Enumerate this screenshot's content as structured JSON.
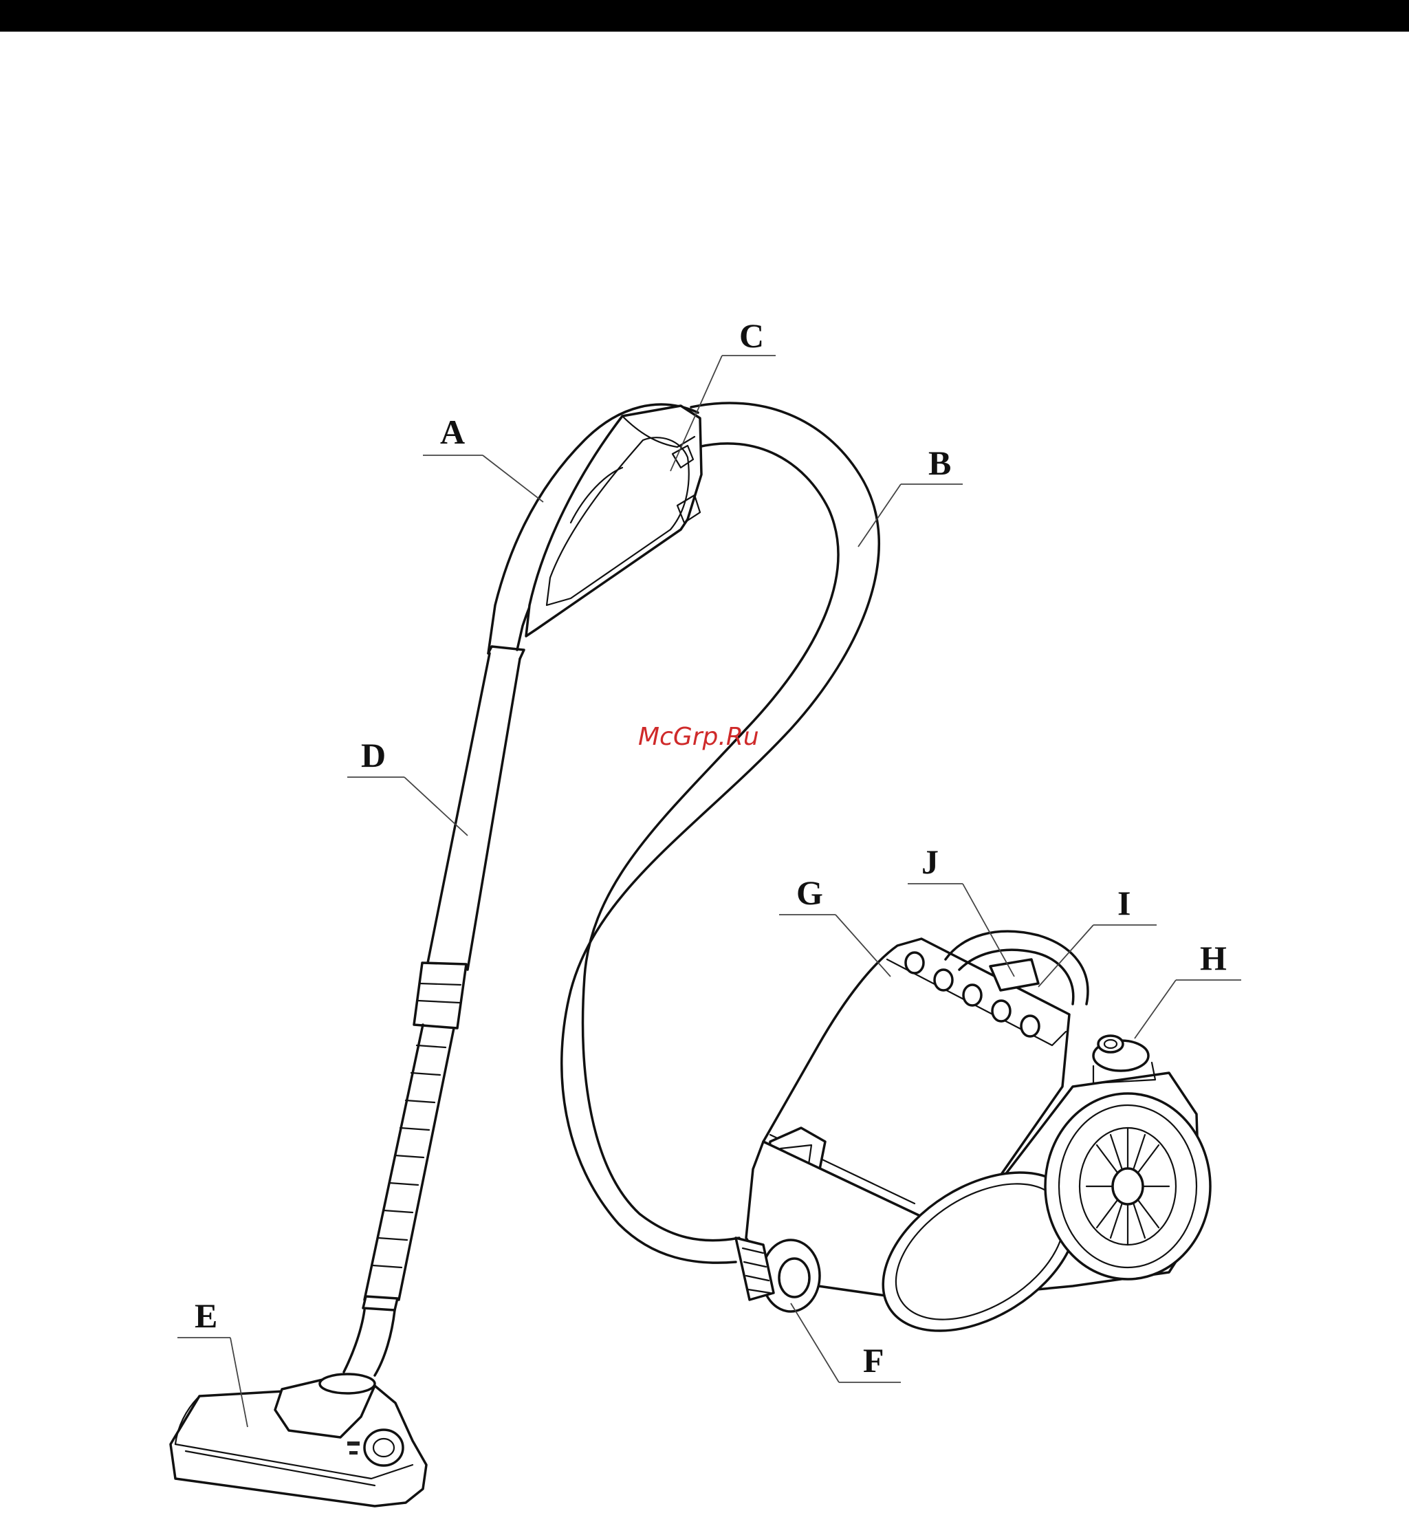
{
  "callouts": [
    {
      "label": "A"
    },
    {
      "label": "B"
    },
    {
      "label": "C"
    },
    {
      "label": "D"
    },
    {
      "label": "E"
    },
    {
      "label": "F"
    },
    {
      "label": "G"
    },
    {
      "label": "H"
    },
    {
      "label": "I"
    },
    {
      "label": "J"
    }
  ],
  "watermark": "McGrp.Ru"
}
